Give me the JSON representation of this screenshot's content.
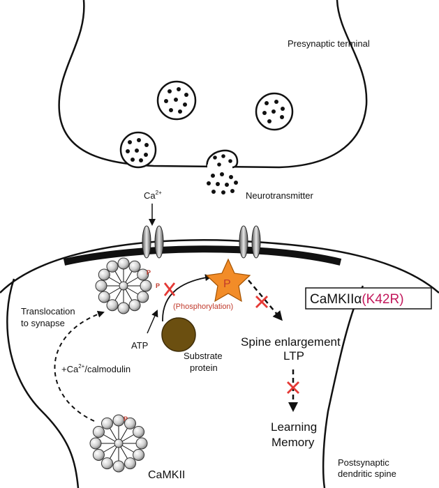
{
  "labels": {
    "presynaptic": "Presynaptic terminal",
    "neurotransmitter": "Neurotransmitter",
    "calcium": "Ca",
    "calcium_sup": "2+",
    "translocation_line1": "Translocation",
    "translocation_line2": "to synapse",
    "calmodulin_prefix": "+Ca",
    "calmodulin_sup": "2+",
    "calmodulin_suffix": "/calmodulin",
    "atp": "ATP",
    "phosphorylation": "(Phosphorylation)",
    "phospho_letter": "P",
    "substrate_line1": "Substrate",
    "substrate_line2": "protein",
    "spine_enlargement": "Spine enlargement",
    "ltp": "LTP",
    "learning": "Learning",
    "memory": "Memory",
    "camkii": "CaMKII",
    "postsynaptic_line1": "Postsynaptic",
    "postsynaptic_line2": "dendritic spine",
    "mutant_prefix": "CaMKIIα",
    "mutant_suffix": "(K42R)",
    "mini_p": "P"
  },
  "colors": {
    "phospho_star": "#f28c28",
    "substrate": "#6b4f10",
    "inhibit_x": "#e53935",
    "mutant_text": "#c2185b",
    "membrane": "#111111"
  }
}
